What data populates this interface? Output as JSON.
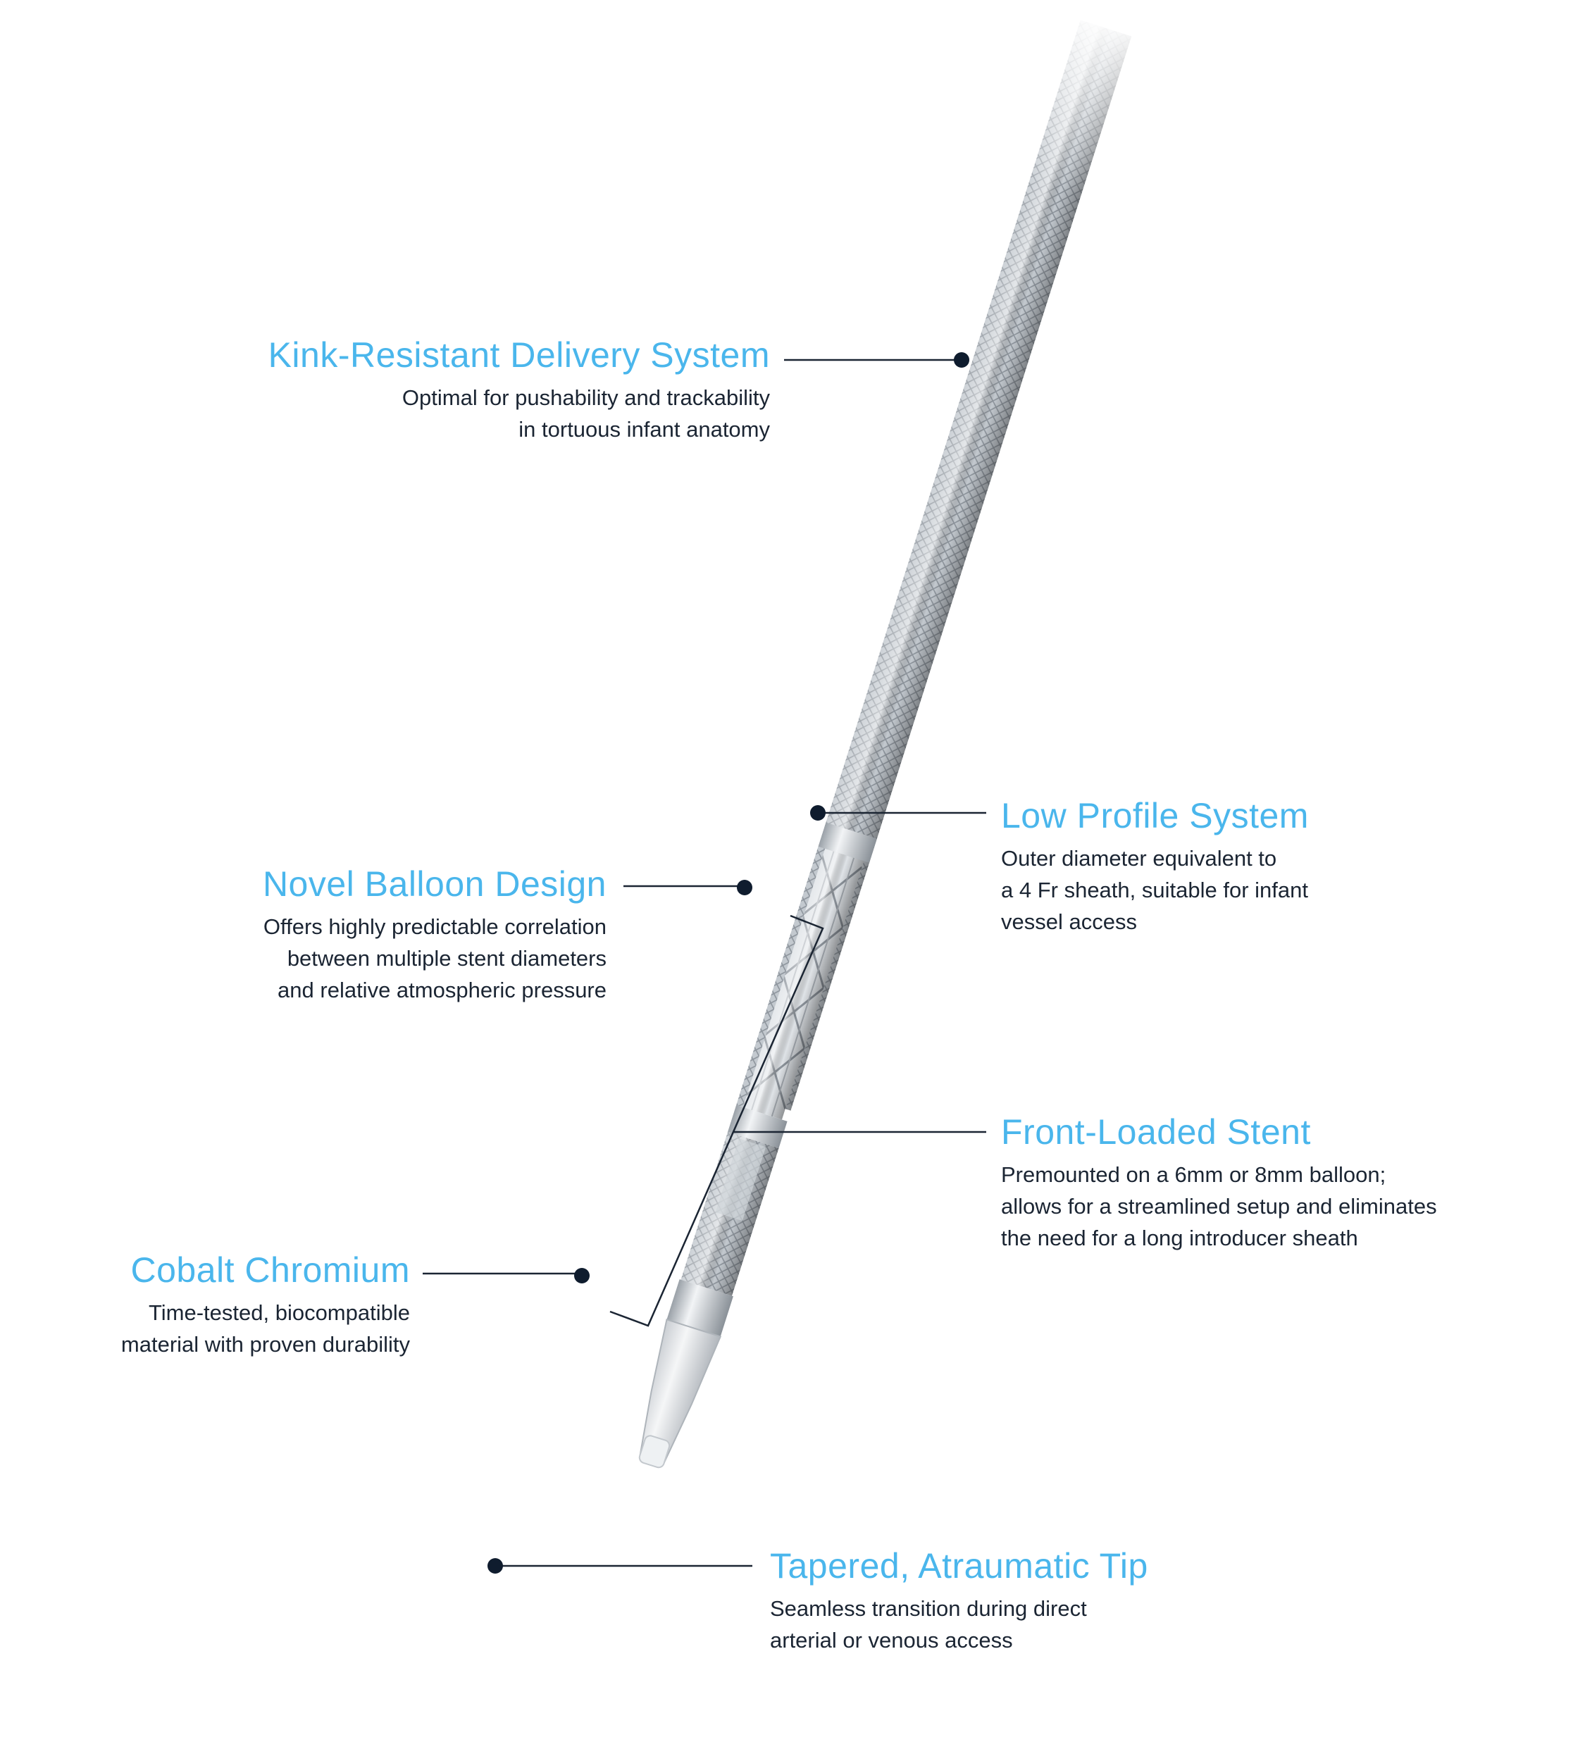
{
  "colors": {
    "title": "#4ab6ec",
    "body": "#1b2533",
    "leader": "#1b2533",
    "dot": "#0f1c2e",
    "device_metal": "#b9bfc6"
  },
  "callouts": {
    "kink": {
      "title": "Kink-Resistant Delivery System",
      "lines": [
        "Optimal for pushability and trackability",
        "in tortuous infant anatomy"
      ]
    },
    "low_profile": {
      "title": "Low Profile System",
      "lines": [
        "Outer diameter equivalent to",
        "a 4 Fr sheath, suitable for infant",
        "vessel access"
      ]
    },
    "balloon": {
      "title": "Novel Balloon Design",
      "lines": [
        "Offers highly predictable correlation",
        "between multiple stent diameters",
        "and relative atmospheric pressure"
      ]
    },
    "stent": {
      "title": "Front-Loaded Stent",
      "lines": [
        "Premounted on a 6mm or 8mm balloon;",
        "allows for a streamlined setup and eliminates",
        "the need for a long introducer sheath"
      ]
    },
    "cobalt": {
      "title": "Cobalt Chromium",
      "lines": [
        "Time-tested, biocompatible",
        "material with proven durability"
      ]
    },
    "tip": {
      "title": "Tapered, Atraumatic Tip",
      "lines": [
        "Seamless transition during direct",
        "arterial or venous access"
      ]
    }
  }
}
